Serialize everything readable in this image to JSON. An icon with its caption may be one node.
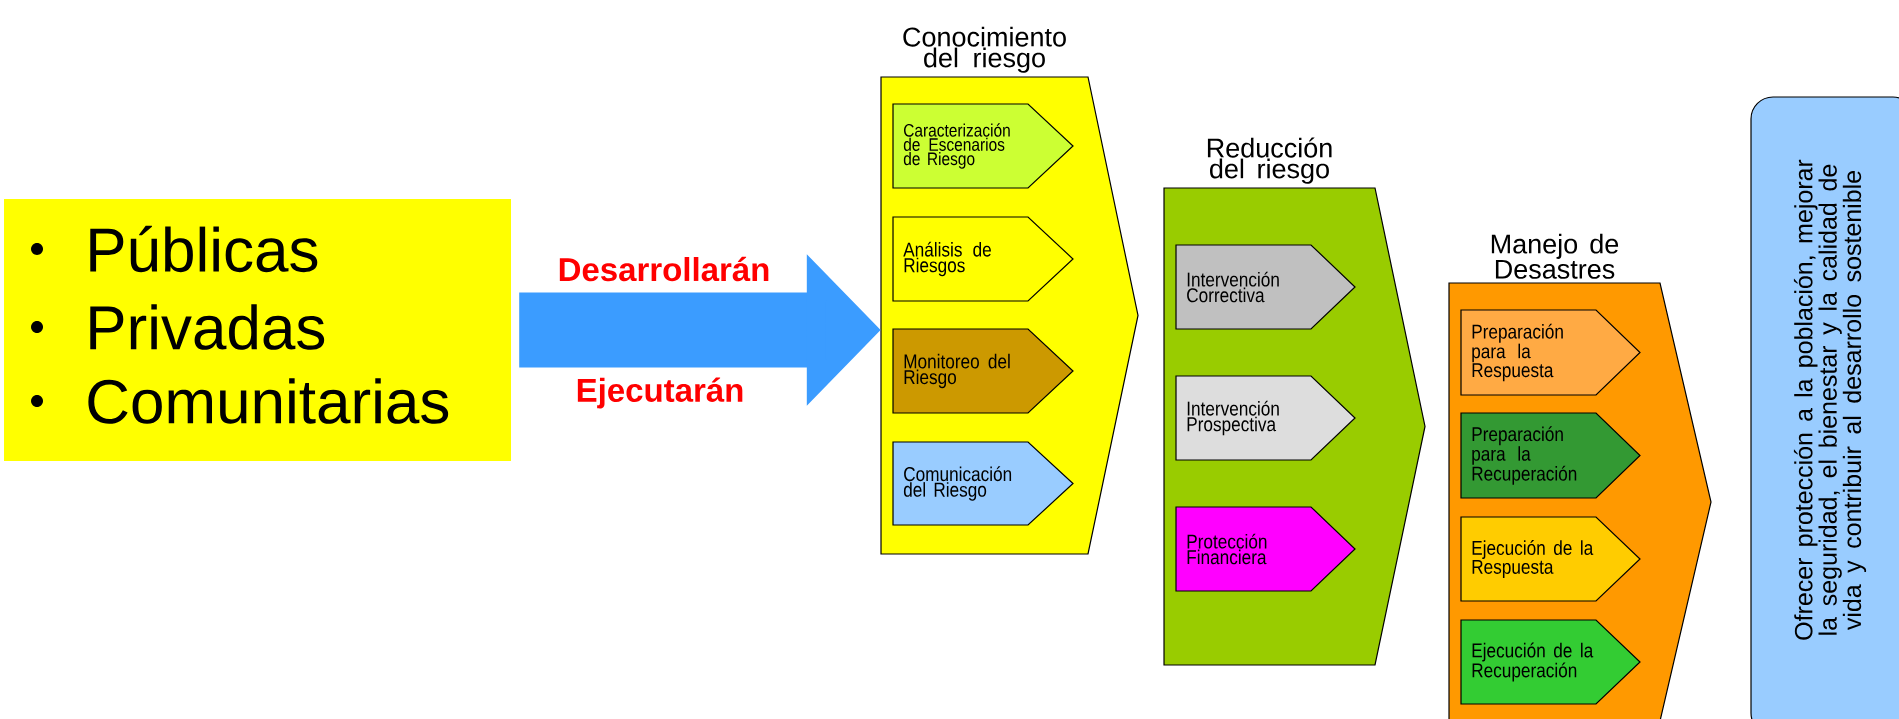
{
  "diagram": {
    "nodes": [
      {
        "text": [
          "Públicas",
          "Privadas",
          "Comunitarias"
        ]
      },
      {
        "text": [
          "Conocimiento del riesgo"
        ]
      },
      {
        "text": [
          "Caracterización de Escenarios de Riesgo"
        ],
        "in": 1
      },
      {
        "text": [
          "Análisis de Riesgos"
        ],
        "in": 1
      },
      {
        "text": [
          "Monitoreo del Riesgo"
        ],
        "in": 1
      },
      {
        "text": [
          "Comunicación del Riesgo"
        ],
        "in": 1
      },
      {
        "text": [
          "Reducción del riesgo"
        ]
      },
      {
        "text": [
          "Intervención Correctiva"
        ],
        "in": 6
      },
      {
        "text": [
          "Intervención Prospectiva"
        ],
        "in": 6
      },
      {
        "text": [
          "Protección Financiera"
        ],
        "in": 6
      },
      {
        "text": [
          "Manejo de Desastres"
        ]
      },
      {
        "text": [
          "Preparación para la Respuesta"
        ],
        "in": 10
      },
      {
        "text": [
          "Preparación para la Recuperación"
        ],
        "in": 10
      },
      {
        "text": [
          "Ejecución de la Respuesta"
        ],
        "in": 10
      },
      {
        "text": [
          "Ejecución de la Recuperación"
        ],
        "in": 10
      },
      {
        "text": [
          "Ofrecer protección a la población, mejorar la seguridad, el bienestar y la calidad de vida y contribuir al desarrollo sostenible"
        ]
      }
    ],
    "edges": [
      {
        "from": 0,
        "to": 1,
        "arrow": "to",
        "label": "Desarrollarán"
      }
    ],
    "labels": [
      "Ejecutarán"
    ]
  }
}
